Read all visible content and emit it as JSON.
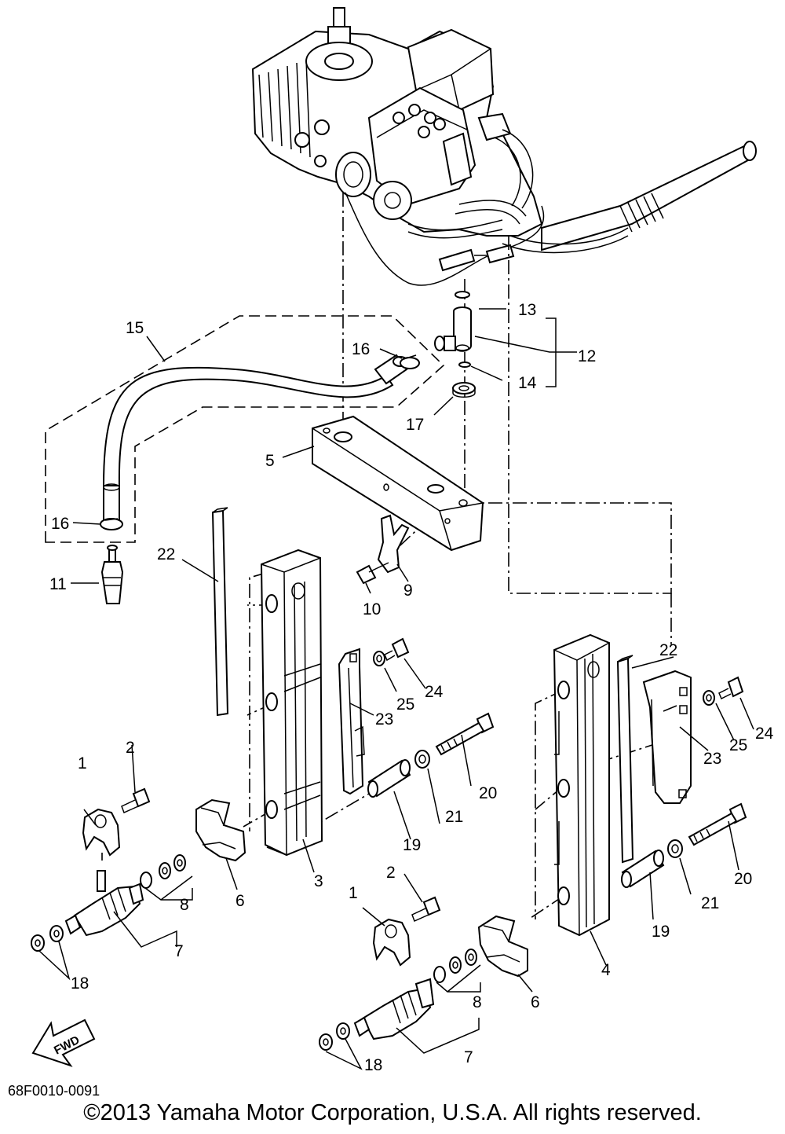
{
  "diagram": {
    "callouts": {
      "c1a": "1",
      "c1b": "1",
      "c2a": "2",
      "c2b": "2",
      "c3": "3",
      "c4": "4",
      "c5": "5",
      "c6a": "6",
      "c6b": "6",
      "c7a": "7",
      "c7b": "7",
      "c8a": "8",
      "c8b": "8",
      "c9": "9",
      "c10": "10",
      "c11": "11",
      "c12": "12",
      "c13": "13",
      "c14": "14",
      "c15": "15",
      "c16a": "16",
      "c16b": "16",
      "c17": "17",
      "c18a": "18",
      "c18b": "18",
      "c19a": "19",
      "c19b": "19",
      "c20a": "20",
      "c20b": "20",
      "c21a": "21",
      "c21b": "21",
      "c22a": "22",
      "c22b": "22",
      "c23a": "23",
      "c23b": "23",
      "c24a": "24",
      "c24b": "24",
      "c25a": "25",
      "c25b": "25"
    },
    "fwd_label": "FWD",
    "figure_code": "68F0010-0091",
    "copyright": "©2013 Yamaha Motor Corporation, U.S.A. All rights reserved."
  }
}
